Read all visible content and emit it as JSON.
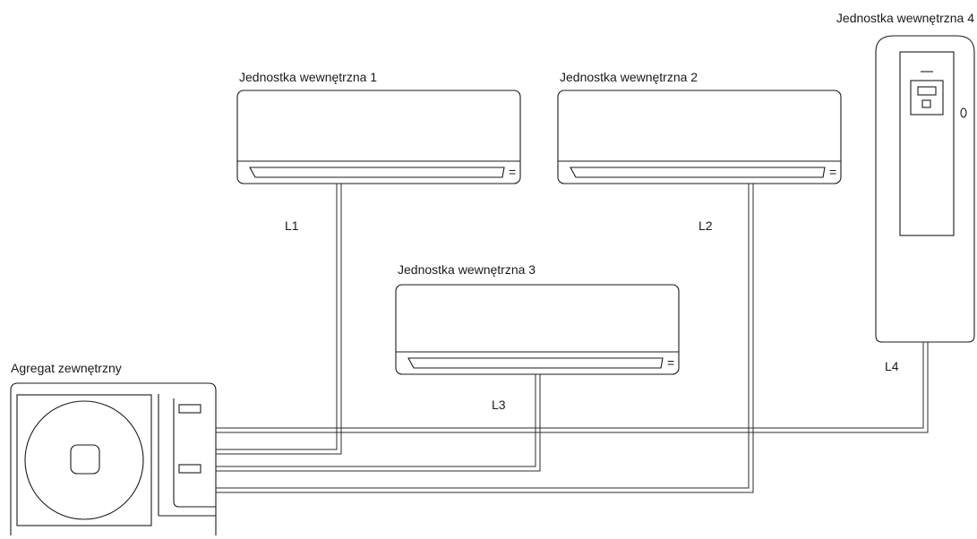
{
  "outdoor_unit": {
    "label": "Agregat zewnętrzny"
  },
  "indoor_units": [
    {
      "label": "Jednostka wewnętrzna 1"
    },
    {
      "label": "Jednostka wewnętrzna 2"
    },
    {
      "label": "Jednostka wewnętrzna 3"
    },
    {
      "label": "Jednostka wewnętrzna 4"
    }
  ],
  "pipe_labels": {
    "l1": "L1",
    "l2": "L2",
    "l3": "L3",
    "l4": "L4"
  },
  "indoor_unit_symbol": "="
}
